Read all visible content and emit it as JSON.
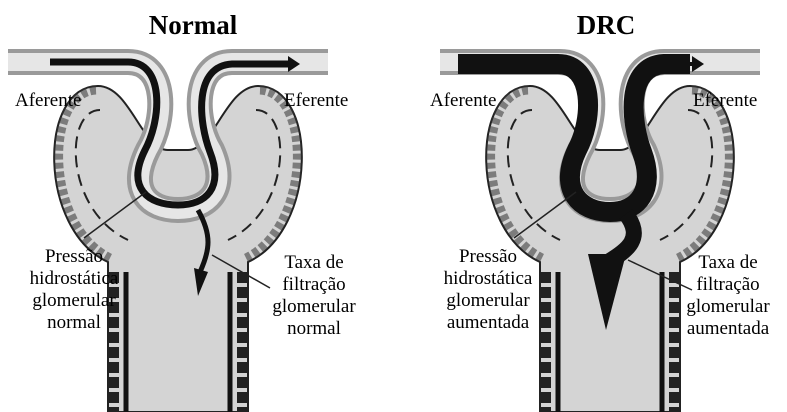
{
  "panels": [
    {
      "title": "Normal",
      "afferent": "Aferente",
      "efferent": "Eferente",
      "pressure_lines": [
        "Pressão",
        "hidrostática",
        "glomerular",
        "normal"
      ],
      "filtration_lines": [
        "Taxa de",
        "filtração",
        "glomerular",
        "normal"
      ]
    },
    {
      "title": "DRC",
      "afferent": "Aferente",
      "efferent": "Eferente",
      "pressure_lines": [
        "Pressão",
        "hidrostática",
        "glomerular",
        "aumentada"
      ],
      "filtration_lines": [
        "Taxa de",
        "filtração",
        "glomerular",
        "aumentada"
      ]
    }
  ],
  "colors": {
    "capsule_fill": "#d4d4d4",
    "flow": "#111111",
    "outline": "#222222"
  }
}
